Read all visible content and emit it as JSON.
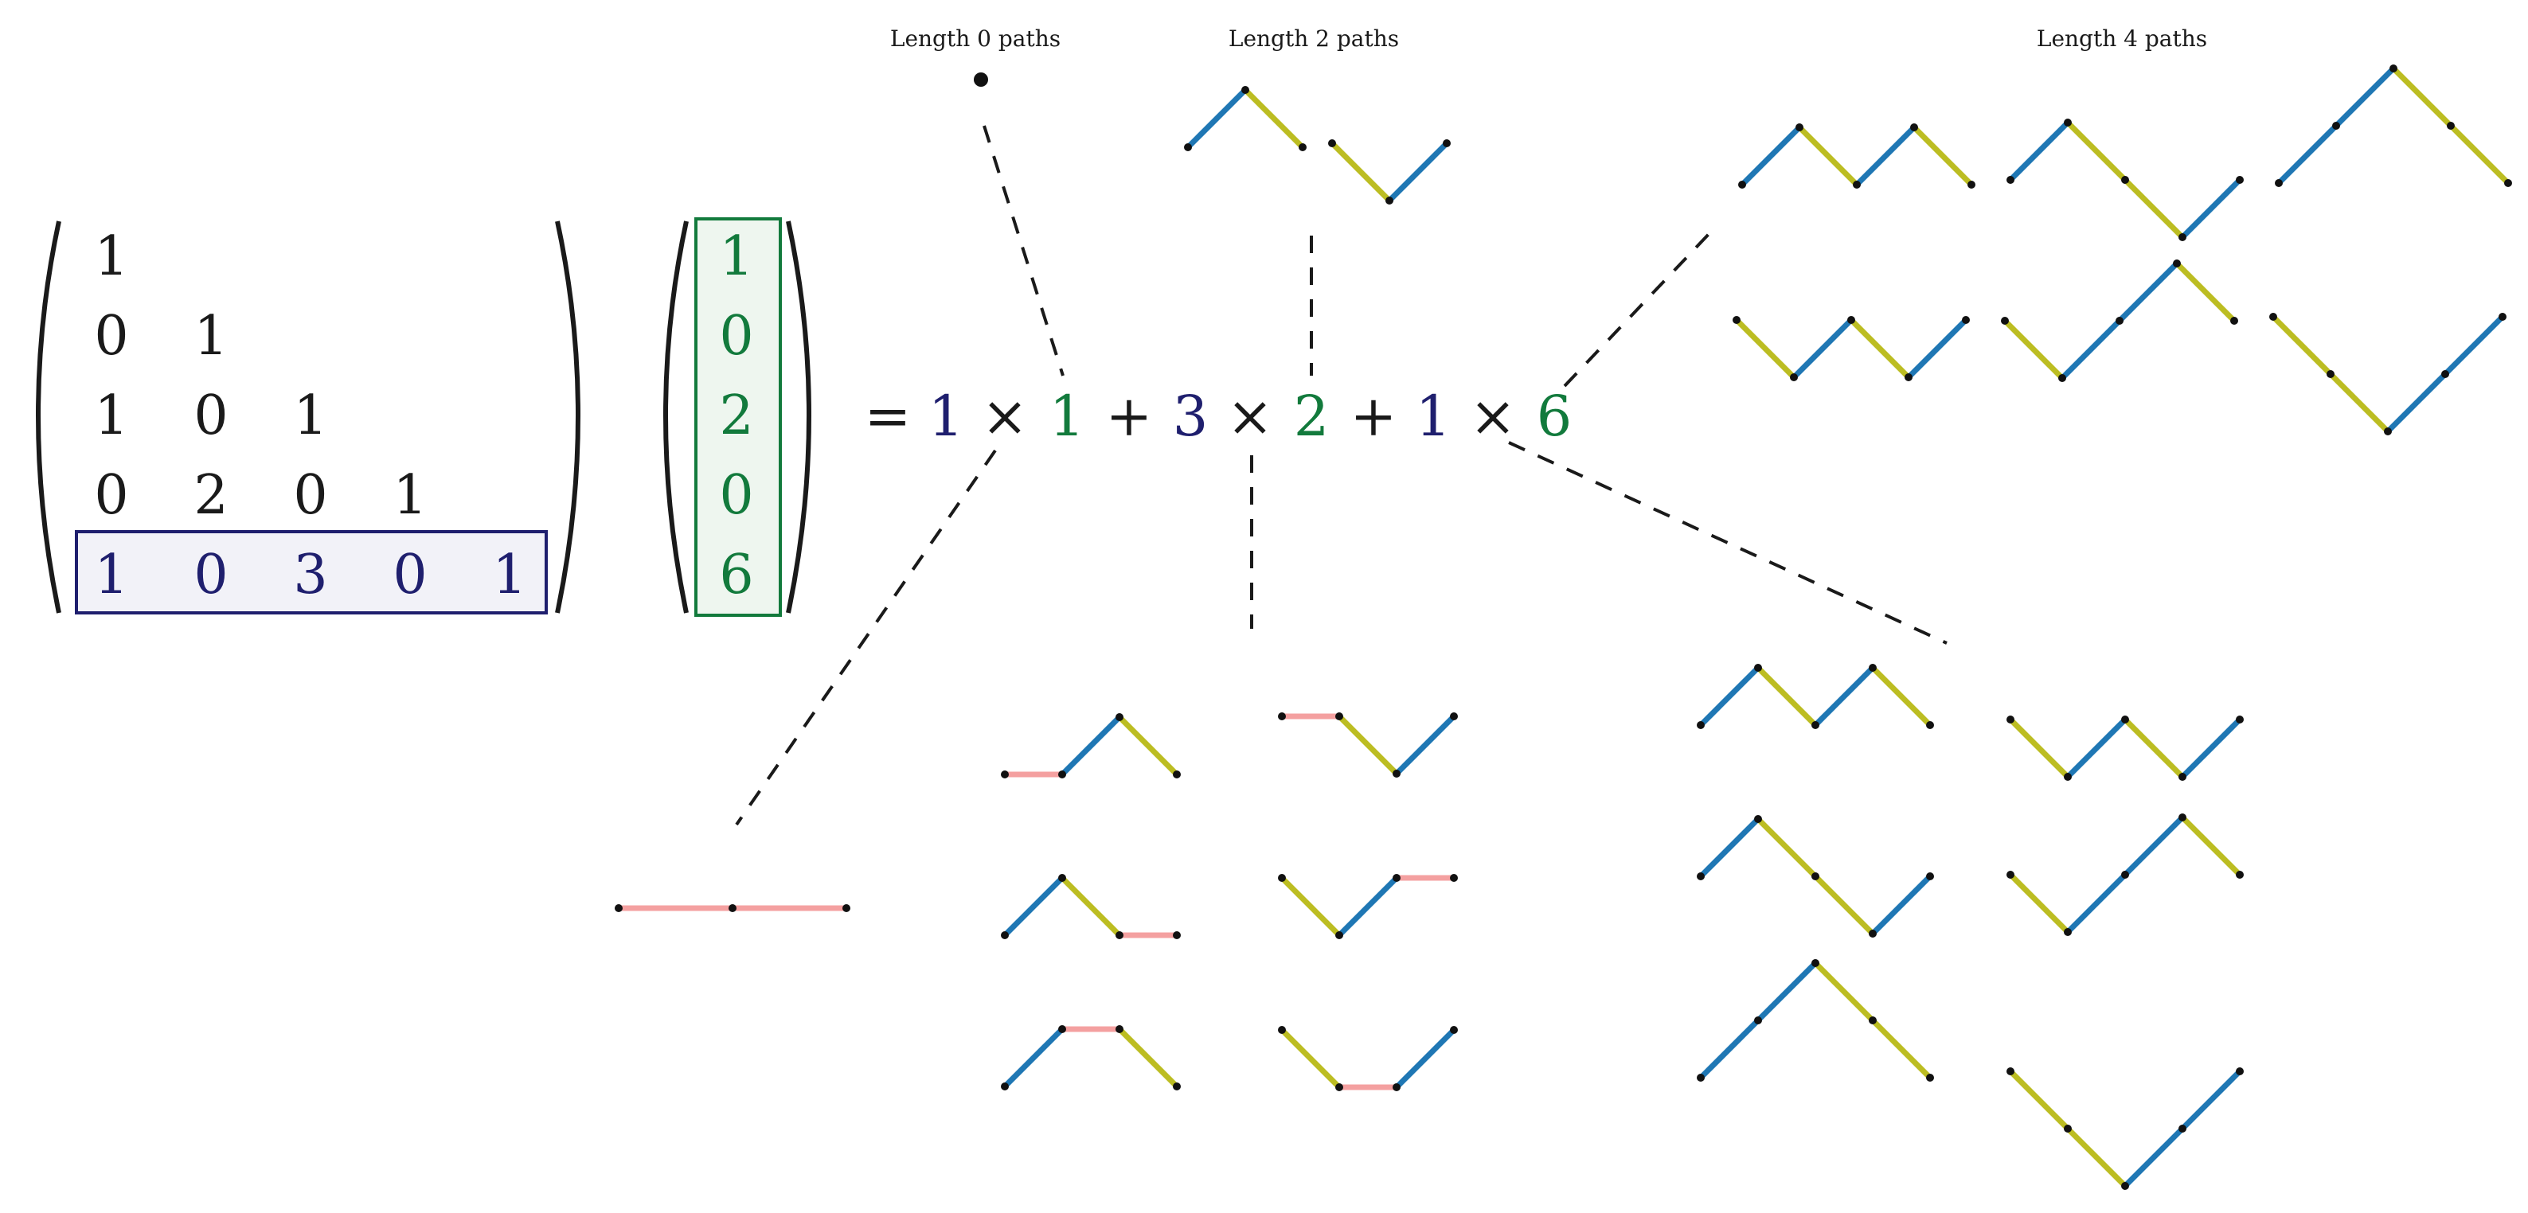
{
  "headers": [
    "Length 0 paths",
    "Length 2 paths",
    "Length 4 paths"
  ],
  "matrix": {
    "rows": [
      [
        "1"
      ],
      [
        "0",
        "1"
      ],
      [
        "1",
        "0",
        "1"
      ],
      [
        "0",
        "2",
        "0",
        "1"
      ],
      [
        "1",
        "0",
        "3",
        "0",
        "1"
      ]
    ],
    "highlight_row_index": 4
  },
  "vector": [
    "1",
    "0",
    "2",
    "0",
    "6"
  ],
  "equation": {
    "equals": "=",
    "times": "×",
    "plus": "+",
    "terms": [
      {
        "coef": "1",
        "count": "1"
      },
      {
        "coef": "3",
        "count": "2"
      },
      {
        "coef": "1",
        "count": "6"
      }
    ]
  },
  "colors": {
    "matrix_highlight": "#1f1f6e",
    "matrix_highlight_fill": "#f2f2f8",
    "vector_highlight": "#127a3c",
    "vector_highlight_fill": "#eef6ef",
    "up_step": "#1f77b4",
    "down_step": "#bcbd22",
    "flat_step": "#f4a0a0",
    "dot": "#111111",
    "text": "#1a1a1a"
  },
  "legend_meaning": {
    "up": "up-step",
    "down": "down-step",
    "flat": "flat-step"
  },
  "path_groups": {
    "top_length_0": [
      []
    ],
    "top_length_2": [
      [
        "U",
        "D"
      ],
      [
        "D",
        "U"
      ]
    ],
    "top_length_4": [
      [
        "U",
        "D",
        "U",
        "D"
      ],
      [
        "U",
        "D",
        "D",
        "U"
      ],
      [
        "U",
        "U",
        "D",
        "D"
      ],
      [
        "D",
        "U",
        "D",
        "U"
      ],
      [
        "D",
        "U",
        "U",
        "D"
      ],
      [
        "D",
        "D",
        "U",
        "U"
      ]
    ],
    "bottom_flat_1": [
      [
        "F",
        "F"
      ]
    ],
    "bottom_flat_3": [
      [
        "F",
        "U",
        "D"
      ],
      [
        "F",
        "D",
        "U"
      ],
      [
        "U",
        "D",
        "F"
      ],
      [
        "D",
        "U",
        "F"
      ],
      [
        "U",
        "F",
        "D"
      ],
      [
        "D",
        "F",
        "U"
      ]
    ],
    "bottom_updown_6": [
      [
        "U",
        "D",
        "U",
        "D"
      ],
      [
        "D",
        "U",
        "D",
        "U"
      ],
      [
        "U",
        "D",
        "D",
        "U"
      ],
      [
        "D",
        "U",
        "U",
        "D"
      ],
      [
        "U",
        "U",
        "D",
        "D"
      ],
      [
        "D",
        "D",
        "U",
        "U"
      ]
    ]
  }
}
